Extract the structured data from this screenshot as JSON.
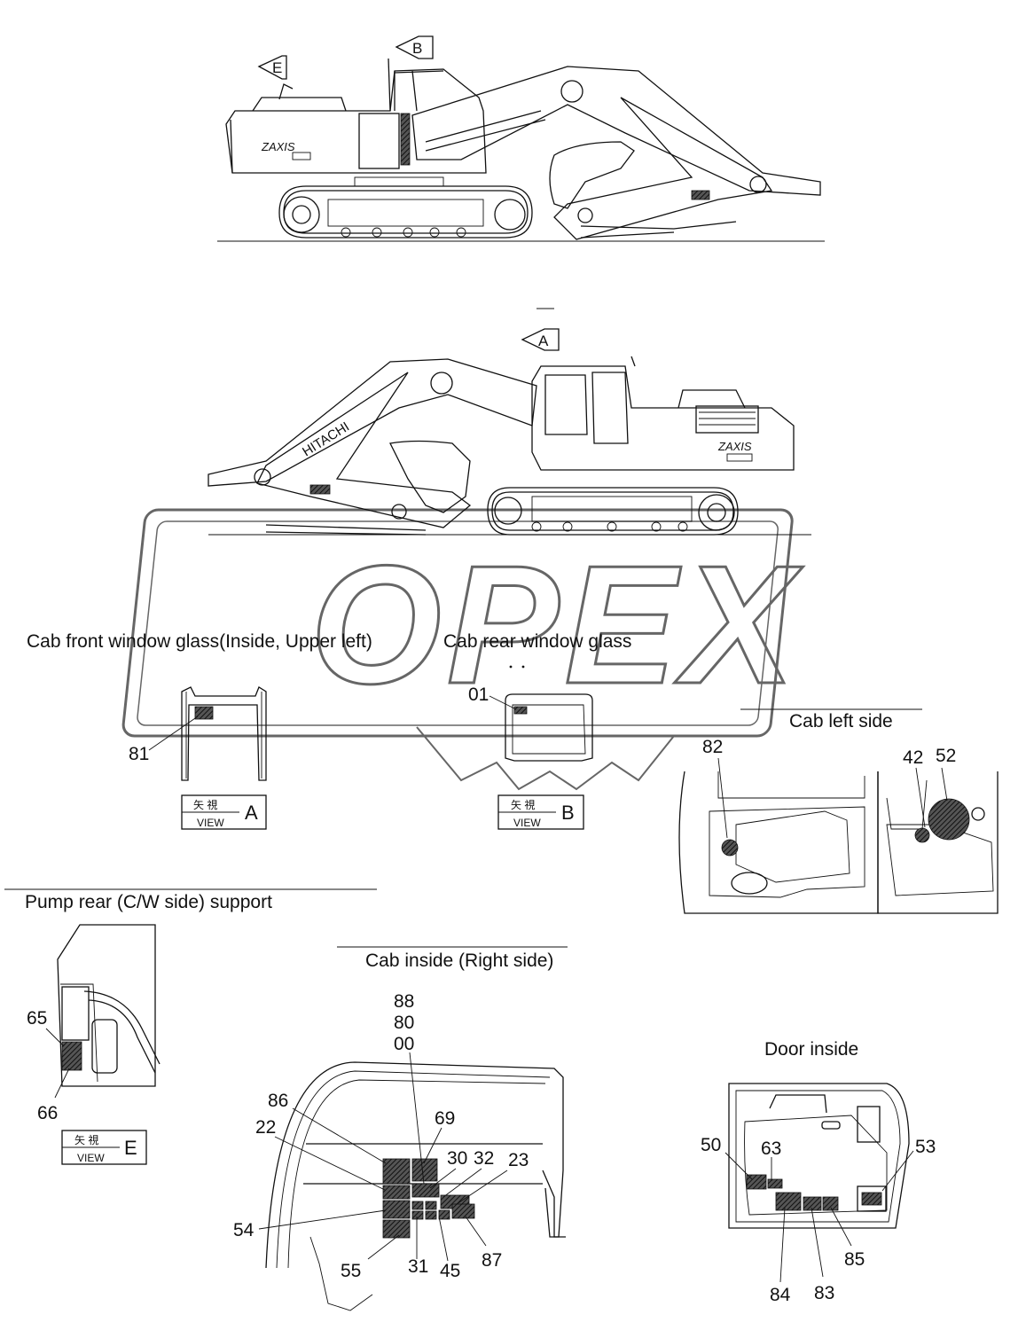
{
  "watermark": "OPEX",
  "top_view": {
    "markers": {
      "b": "B",
      "e": "E"
    },
    "brand": "ZAXIS"
  },
  "side_view": {
    "marker_a": "A",
    "brand": "ZAXIS",
    "boom_text": "HITACHI"
  },
  "sections": {
    "cab_front": "Cab front window glass(Inside, Upper left)",
    "cab_rear": "Cab rear window glass",
    "cab_left": "Cab left side",
    "pump_rear": "Pump rear (C/W side) support",
    "cab_inside_right": "Cab inside (Right side)",
    "door_inside": "Door inside"
  },
  "view_boxes": [
    {
      "kanji": "矢 視",
      "view": "VIEW",
      "letter": "A"
    },
    {
      "kanji": "矢 視",
      "view": "VIEW",
      "letter": "B"
    },
    {
      "kanji": "矢 視",
      "view": "VIEW",
      "letter": "E"
    }
  ],
  "callouts": {
    "cab_front": [
      "81"
    ],
    "cab_rear": [
      "01"
    ],
    "cab_left": [
      "82",
      "42",
      "52"
    ],
    "pump": [
      "65",
      "66"
    ],
    "cab_inside": [
      "88",
      "80",
      "00",
      "86",
      "22",
      "69",
      "30",
      "32",
      "23",
      "54",
      "55",
      "31",
      "45",
      "87"
    ],
    "door": [
      "50",
      "63",
      "53",
      "84",
      "83",
      "85"
    ]
  }
}
